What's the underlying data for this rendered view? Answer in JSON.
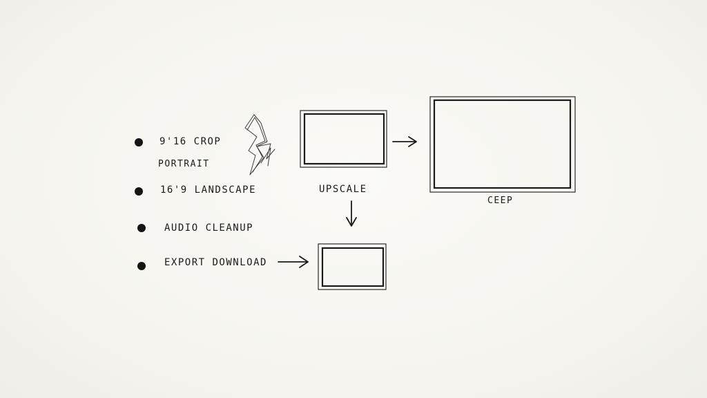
{
  "list": {
    "items": [
      {
        "line1": "9'16 CROP",
        "line2": "PORTRAIT"
      },
      {
        "line1": "16'9 LANDSCAPE"
      },
      {
        "line1": "AUDIO CLEANUP"
      },
      {
        "line1": "EXPORT DOWNLOAD"
      }
    ]
  },
  "flow": {
    "upscale_label": "UPSCALE",
    "crop_label": "CЕЕP"
  },
  "icons": {
    "doodle": "lightning-sketch-icon",
    "bullets": "dot-icon",
    "arrows": "arrow-icon"
  }
}
